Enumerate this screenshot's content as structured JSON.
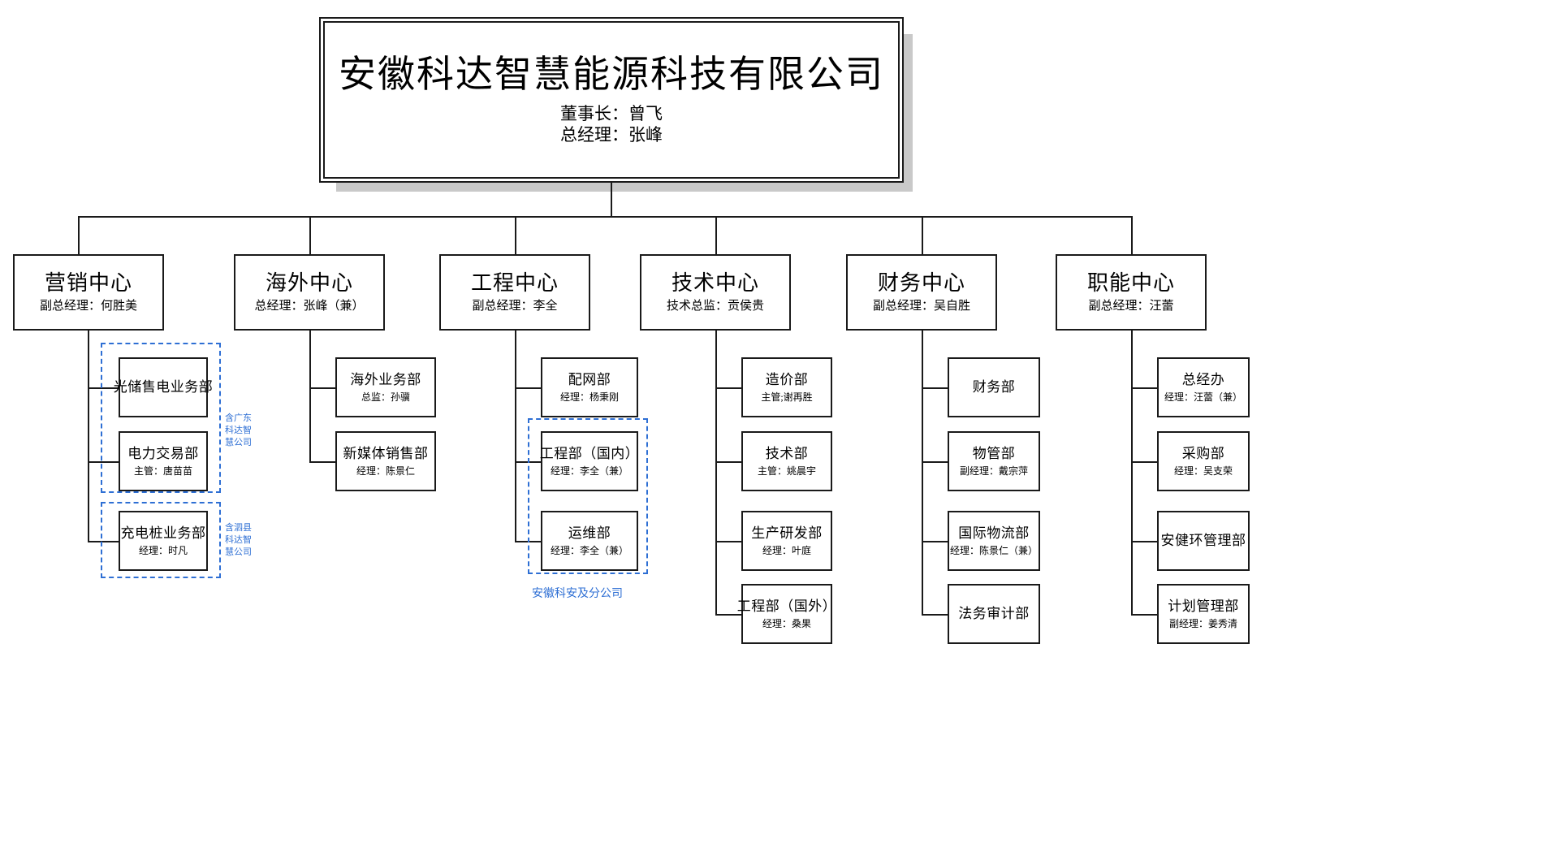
{
  "diagram": {
    "type": "organization-chart",
    "title": "安徽科达智慧能源科技有限公司组织架构图",
    "accent_color": "#2e6fd4",
    "line_color": "#1a1a1a",
    "shadow_color": "#c9c9c9"
  },
  "root": {
    "name": "安徽科达智慧能源科技有限公司",
    "chairman": "董事长：曾飞",
    "general_manager": "总经理：张峰"
  },
  "centers": [
    {
      "id": "marketing",
      "name": "营销中心",
      "leader": "副总经理：何胜美",
      "departments": [
        {
          "name": "光储售电业务部",
          "leader": ""
        },
        {
          "name": "电力交易部",
          "leader": "主管：唐苗苗"
        },
        {
          "name": "充电桩业务部",
          "leader": "经理：时凡"
        }
      ]
    },
    {
      "id": "overseas",
      "name": "海外中心",
      "leader": "总经理：张峰（兼）",
      "departments": [
        {
          "name": "海外业务部",
          "leader": "总监：孙骥"
        },
        {
          "name": "新媒体销售部",
          "leader": "经理：陈景仁"
        }
      ]
    },
    {
      "id": "engineering",
      "name": "工程中心",
      "leader": "副总经理：李全",
      "departments": [
        {
          "name": "配网部",
          "leader": "经理：杨秉刚"
        },
        {
          "name": "工程部（国内）",
          "leader": "经理：李全（兼）"
        },
        {
          "name": "运维部",
          "leader": "经理：李全（兼）"
        }
      ]
    },
    {
      "id": "technology",
      "name": "技术中心",
      "leader": "技术总监：贡侯贵",
      "departments": [
        {
          "name": "造价部",
          "leader": "主管;谢再胜"
        },
        {
          "name": "技术部",
          "leader": "主管：姚晨宇"
        },
        {
          "name": "生产研发部",
          "leader": "经理：叶庭"
        },
        {
          "name": "工程部（国外）",
          "leader": "经理：桑果"
        }
      ]
    },
    {
      "id": "finance",
      "name": "财务中心",
      "leader": "副总经理：吴自胜",
      "departments": [
        {
          "name": "财务部",
          "leader": ""
        },
        {
          "name": "物管部",
          "leader": "副经理：戴宗萍"
        },
        {
          "name": "国际物流部",
          "leader": "经理：陈景仁（兼）"
        },
        {
          "name": "法务审计部",
          "leader": ""
        }
      ]
    },
    {
      "id": "functional",
      "name": "职能中心",
      "leader": "副总经理：汪蕾",
      "departments": [
        {
          "name": "总经办",
          "leader": "经理：汪蕾（兼）"
        },
        {
          "name": "采购部",
          "leader": "经理：吴支荣"
        },
        {
          "name": "安健环管理部",
          "leader": ""
        },
        {
          "name": "计划管理部",
          "leader": "副经理：姜秀清"
        }
      ]
    }
  ],
  "annotations": [
    {
      "id": "guangdong",
      "text": "含广东\n科达智\n慧公司"
    },
    {
      "id": "sixian",
      "text": "含泗县\n科达智\n慧公司"
    },
    {
      "id": "keanbranch",
      "text": "安徽科安及分公司"
    }
  ]
}
